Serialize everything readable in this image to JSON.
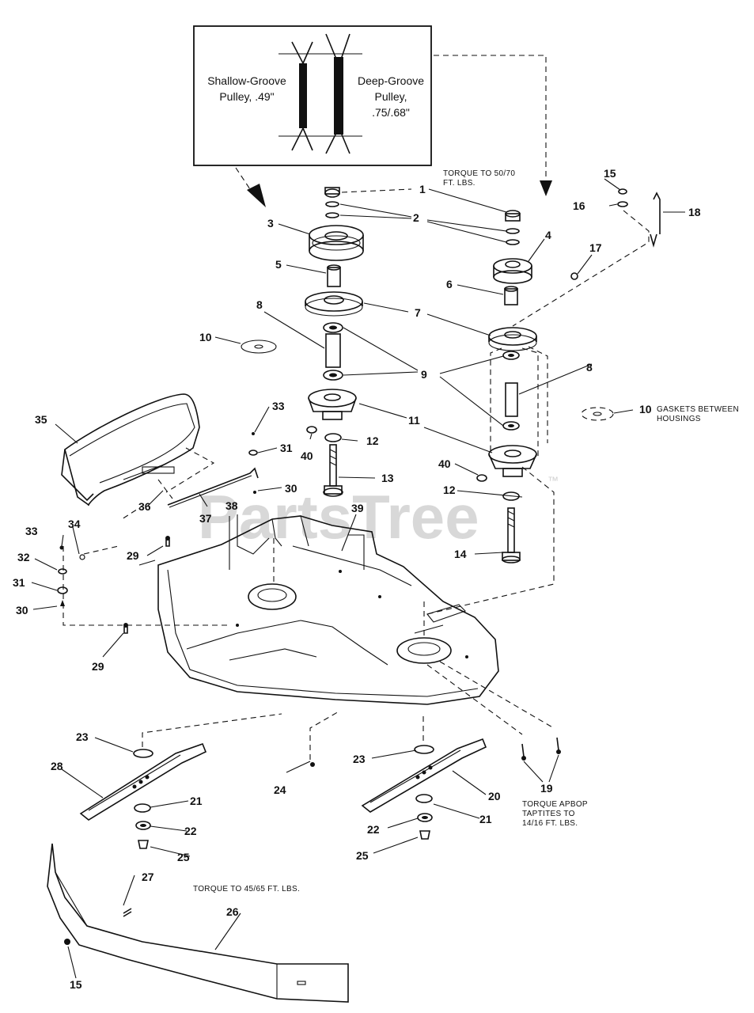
{
  "watermark": {
    "text": "PartsTree",
    "trademark": "™"
  },
  "inset": {
    "shallow_line1": "Shallow-Groove",
    "shallow_line2": "Pulley, .49\"",
    "deep_line1": "Deep-Groove",
    "deep_line2": "Pulley,",
    "deep_line3": ".75/.68\""
  },
  "notes": {
    "torque_top_1": "TORQUE TO 50/70",
    "torque_top_2": "FT. LBS.",
    "gasket_1": "GASKETS BETWEEN",
    "gasket_2": "HOUSINGS",
    "torque_19_1": "TORQUE APBOP",
    "torque_19_2": "TAPTITES TO",
    "torque_19_3": "14/16 FT. LBS.",
    "torque_blade": "TORQUE TO 45/65 FT. LBS."
  },
  "callouts": {
    "c1": "1",
    "c2": "2",
    "c3": "3",
    "c4": "4",
    "c5": "5",
    "c6": "6",
    "c7": "7",
    "c8a": "8",
    "c8b": "8",
    "c9": "9",
    "c10a": "10",
    "c10b": "10",
    "c11": "11",
    "c12a": "12",
    "c12b": "12",
    "c13": "13",
    "c14": "14",
    "c15a": "15",
    "c15b": "15",
    "c16": "16",
    "c17": "17",
    "c18": "18",
    "c19": "19",
    "c20": "20",
    "c21a": "21",
    "c21b": "21",
    "c22a": "22",
    "c22b": "22",
    "c23a": "23",
    "c23b": "23",
    "c24": "24",
    "c25a": "25",
    "c25b": "25",
    "c26": "26",
    "c27": "27",
    "c28": "28",
    "c29a": "29",
    "c29b": "29",
    "c30a": "30",
    "c30b": "30",
    "c31a": "31",
    "c31b": "31",
    "c32": "32",
    "c33a": "33",
    "c33b": "33",
    "c34": "34",
    "c35": "35",
    "c36": "36",
    "c37": "37",
    "c38": "38",
    "c39": "39",
    "c40a": "40",
    "c40b": "40"
  }
}
